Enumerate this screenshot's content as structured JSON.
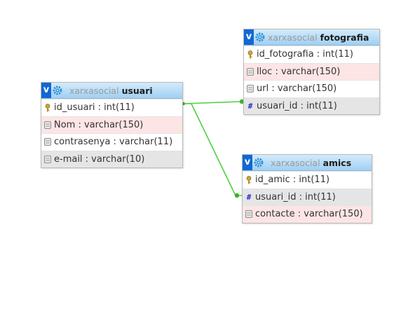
{
  "tables": [
    {
      "db": "xarxasocial",
      "name": "usuari",
      "toggle": "v",
      "columns": [
        {
          "text": "id_usuari : int(11)",
          "icon": "key-icon",
          "bg": "white"
        },
        {
          "text": "Nom : varchar(150)",
          "icon": "field-icon",
          "bg": "pink"
        },
        {
          "text": "contrasenya : varchar(11)",
          "icon": "field-icon",
          "bg": "white"
        },
        {
          "text": "e-mail : varchar(10)",
          "icon": "field-icon",
          "bg": "grey"
        }
      ]
    },
    {
      "db": "xarxasocial",
      "name": "fotografia",
      "toggle": "v",
      "columns": [
        {
          "text": "id_fotografia : int(11)",
          "icon": "key-icon",
          "bg": "white"
        },
        {
          "text": "lloc : varchar(150)",
          "icon": "field-icon",
          "bg": "pink"
        },
        {
          "text": "url : varchar(150)",
          "icon": "field-icon",
          "bg": "white"
        },
        {
          "text": "usuari_id : int(11)",
          "icon": "hash-icon",
          "bg": "grey"
        }
      ]
    },
    {
      "db": "xarxasocial",
      "name": "amics",
      "toggle": "v",
      "columns": [
        {
          "text": "id_amic : int(11)",
          "icon": "key-icon",
          "bg": "white"
        },
        {
          "text": "usuari_id : int(11)",
          "icon": "hash-icon",
          "bg": "grey"
        },
        {
          "text": "contacte : varchar(150)",
          "icon": "field-icon",
          "bg": "pink"
        }
      ]
    }
  ],
  "colors": {
    "link": "#4cd040",
    "header_top": "#d4ebfb",
    "header_bottom": "#9fd0f3",
    "toggle": "#1167d5",
    "row_pink": "#fde5e6",
    "row_grey": "#e5e5e5"
  }
}
